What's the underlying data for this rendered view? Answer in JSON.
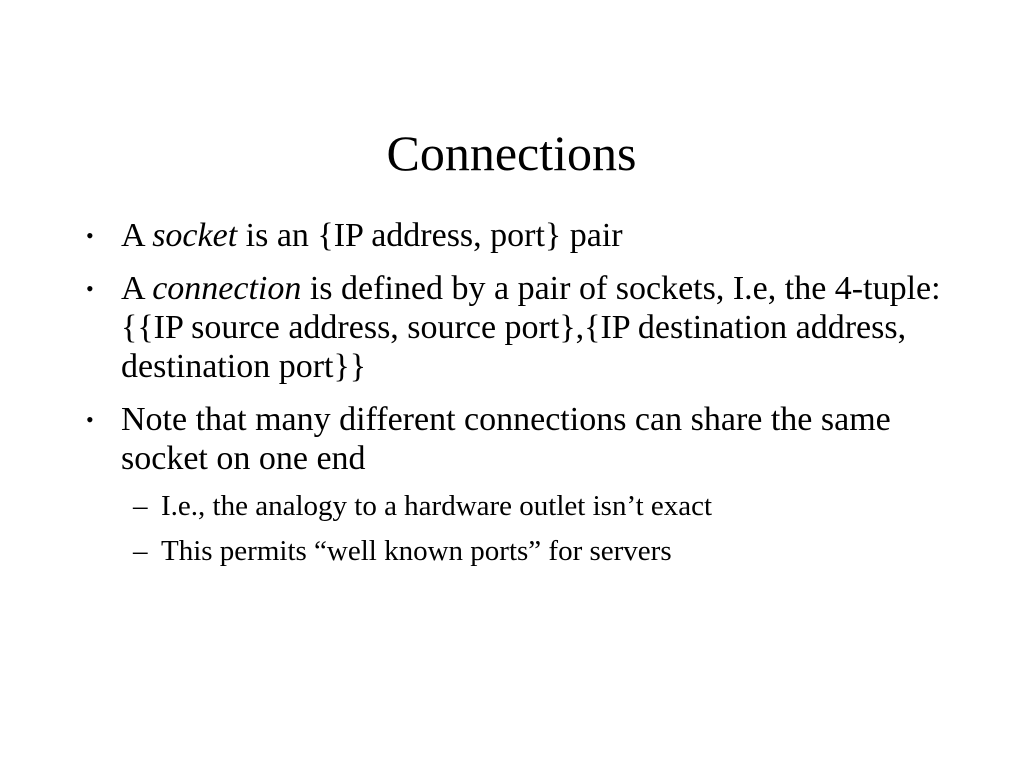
{
  "slide": {
    "title": "Connections",
    "bullets": [
      {
        "prefix": "A ",
        "emphasis": "socket",
        "suffix": " is an {IP address, port} pair"
      },
      {
        "prefix": "A ",
        "emphasis": "connection",
        "suffix": " is defined by a pair of sockets, I.e, the 4-tuple:",
        "line2": "{{IP source address, source port},{IP destination address, destination port}}"
      },
      {
        "text": "Note that many different connections can share the same socket on one end",
        "subs": [
          "I.e., the analogy to a hardware outlet isn’t exact",
          "This permits “well known ports” for servers"
        ]
      }
    ],
    "bullet_glyph": "•",
    "sub_glyph": "–"
  }
}
